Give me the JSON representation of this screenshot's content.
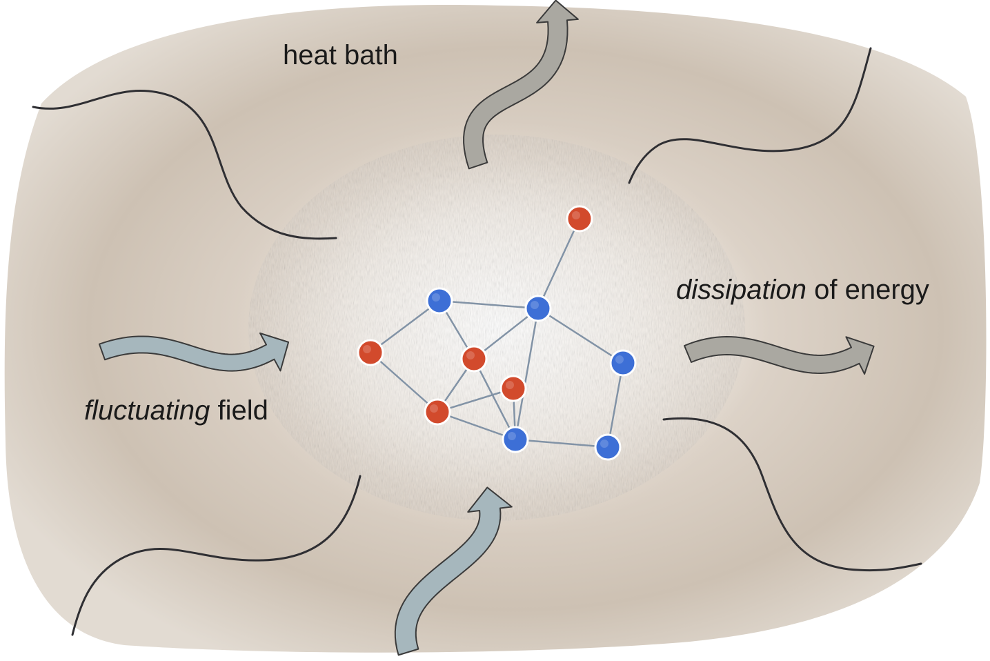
{
  "labels": {
    "heat_bath": "heat bath",
    "fluctuating_field": {
      "emphasis": "fluctuating",
      "rest": " field"
    },
    "dissipation": {
      "emphasis": "dissipation",
      "rest": " of energy"
    }
  },
  "colors": {
    "bath": "#cfc4b6",
    "bath_center": "#ffffff",
    "arrow_in": "#a6b7bd",
    "arrow_out": "#aaa8a1",
    "red_node": "#d24a2c",
    "blue_node": "#3d6fd6",
    "edge": "#8293a6",
    "wave": "#2f2f33"
  },
  "network": {
    "nodes": [
      {
        "id": "r-top",
        "color": "red"
      },
      {
        "id": "b-upper-left",
        "color": "blue"
      },
      {
        "id": "b-upper-mid",
        "color": "blue"
      },
      {
        "id": "r-left",
        "color": "red"
      },
      {
        "id": "r-center",
        "color": "red"
      },
      {
        "id": "r-center-right",
        "color": "red"
      },
      {
        "id": "b-right",
        "color": "blue"
      },
      {
        "id": "r-lower-left",
        "color": "red"
      },
      {
        "id": "b-lower-mid",
        "color": "blue"
      },
      {
        "id": "b-lower-right",
        "color": "blue"
      }
    ],
    "edges": [
      [
        "r-top",
        "b-upper-mid"
      ],
      [
        "b-upper-left",
        "b-upper-mid"
      ],
      [
        "b-upper-left",
        "r-left"
      ],
      [
        "b-upper-left",
        "r-center"
      ],
      [
        "b-upper-mid",
        "r-center"
      ],
      [
        "b-upper-mid",
        "b-right"
      ],
      [
        "b-upper-mid",
        "b-lower-mid"
      ],
      [
        "r-center",
        "r-lower-left"
      ],
      [
        "r-center",
        "b-lower-mid"
      ],
      [
        "r-left",
        "r-lower-left"
      ],
      [
        "r-lower-left",
        "r-center-right"
      ],
      [
        "r-lower-left",
        "b-lower-mid"
      ],
      [
        "r-center-right",
        "b-lower-mid"
      ],
      [
        "b-lower-mid",
        "b-lower-right"
      ],
      [
        "b-right",
        "b-lower-right"
      ]
    ]
  }
}
